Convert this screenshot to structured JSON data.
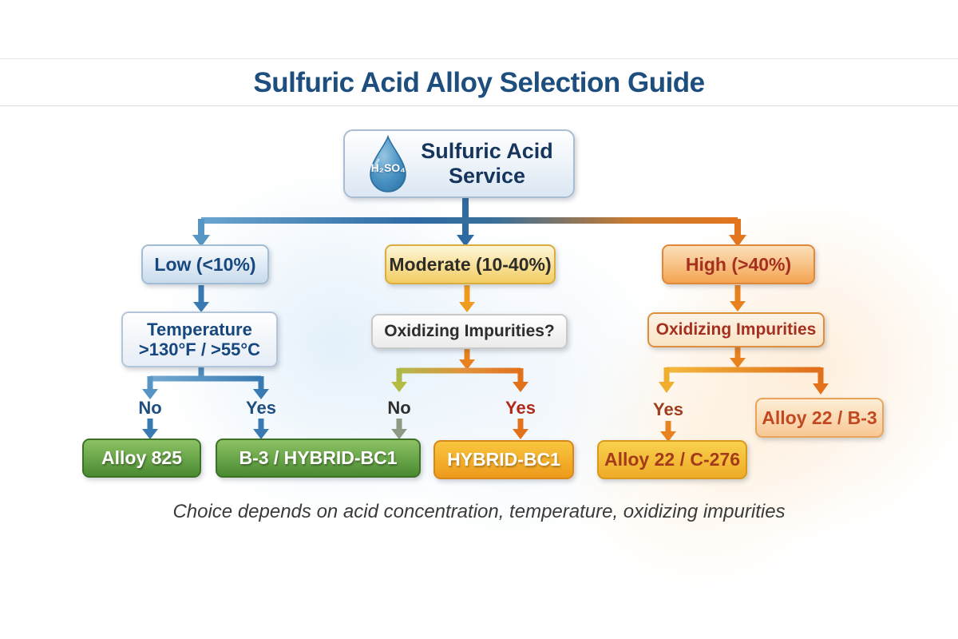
{
  "title": "Sulfuric Acid Alloy Selection Guide",
  "caption": "Choice depends on acid concentration, temperature, oxidizing impurities",
  "root_node": {
    "line1": "Sulfuric Acid",
    "line2": "Service",
    "icon": "h2so4-drop-icon",
    "formula": "H₂SO₄"
  },
  "concentration_nodes": {
    "low": "Low (<10%)",
    "moderate": "Moderate (10-40%)",
    "high": "High (>40%)"
  },
  "condition_nodes": {
    "temperature_line1": "Temperature",
    "temperature_line2": ">130°F / >55°C",
    "oxidizing_moderate": "Oxidizing Impurities?",
    "oxidizing_high": "Oxidizing Impurities"
  },
  "decision_labels": {
    "low_no": "No",
    "low_yes": "Yes",
    "moderate_no": "No",
    "moderate_yes": "Yes",
    "high_yes": "Yes"
  },
  "result_nodes": {
    "low_no": "Alloy 825",
    "low_yes": "B-3 / HYBRID-BC1",
    "moderate_yes": "HYBRID-BC1",
    "high_yes": "Alloy 22 / C-276",
    "high_no": "Alloy 22 / B-3"
  },
  "colors": {
    "title_blue": "#1d4e7e",
    "branch_blue": "#2e6ba3",
    "branch_light_blue": "#5796c4",
    "branch_orange": "#e2751e",
    "branch_gold": "#f0ae2e",
    "branch_olive": "#b3bd41",
    "result_green": "#4a8a31",
    "warning_red": "#a5301f"
  }
}
